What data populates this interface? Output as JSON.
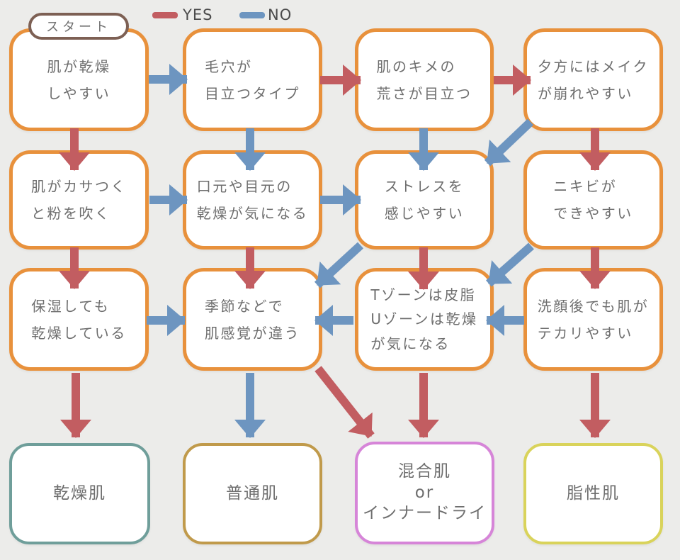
{
  "legend": {
    "yes": {
      "label": "YES"
    },
    "no": {
      "label": "NO"
    }
  },
  "start": {
    "label": "スタート"
  },
  "colors": {
    "background": "#ececea",
    "box-fill": "#ffffff",
    "question-border": "#e8913c",
    "start-border": "#7d6054",
    "dry-border": "#6f9e9a",
    "normal-border": "#c09a4b",
    "combo-border": "#d685d8",
    "oily-border": "#d9d35b",
    "yes-color": "#c25d61",
    "no-color": "#6d95c0",
    "text-color": "#6e6e6e",
    "legend-text": "#4b4b4b"
  },
  "nodes": {
    "q1": {
      "label": "肌が乾燥\nしやすい"
    },
    "q2": {
      "label": "毛穴が\n目立つタイプ"
    },
    "q3": {
      "label": "肌のキメの\n荒さが目立つ"
    },
    "q4": {
      "label": "夕方にはメイク\nが崩れやすい"
    },
    "q5": {
      "label": "肌がカサつく\nと粉を吹く"
    },
    "q6": {
      "label": "口元や目元の\n乾燥が気になる"
    },
    "q7": {
      "label": "ストレスを\n感じやすい"
    },
    "q8": {
      "label": "ニキビが\nできやすい"
    },
    "q9": {
      "label": "保湿しても\n乾燥している"
    },
    "q10": {
      "label": "季節などで\n肌感覚が違う"
    },
    "q11": {
      "label": "Tゾーンは皮脂\nUゾーンは乾燥\nが気になる"
    },
    "q12": {
      "label": "洗顔後でも肌が\nテカリやすい"
    },
    "r1": {
      "label": "乾燥肌"
    },
    "r2": {
      "label": "普通肌"
    },
    "r3": {
      "label": "混合肌\nor\nインナードライ"
    },
    "r4": {
      "label": "脂性肌"
    }
  },
  "edges": [
    {
      "from": "q1",
      "to": "q2",
      "answer": "NO"
    },
    {
      "from": "q2",
      "to": "q3",
      "answer": "YES"
    },
    {
      "from": "q3",
      "to": "q4",
      "answer": "YES"
    },
    {
      "from": "q1",
      "to": "q5",
      "answer": "YES"
    },
    {
      "from": "q2",
      "to": "q6",
      "answer": "NO"
    },
    {
      "from": "q3",
      "to": "q7",
      "answer": "NO"
    },
    {
      "from": "q4",
      "to": "q7",
      "answer": "NO"
    },
    {
      "from": "q4",
      "to": "q8",
      "answer": "YES"
    },
    {
      "from": "q5",
      "to": "q6",
      "answer": "NO"
    },
    {
      "from": "q6",
      "to": "q7",
      "answer": "NO"
    },
    {
      "from": "q5",
      "to": "q9",
      "answer": "YES"
    },
    {
      "from": "q6",
      "to": "q10",
      "answer": "YES"
    },
    {
      "from": "q7",
      "to": "q10",
      "answer": "NO"
    },
    {
      "from": "q7",
      "to": "q11",
      "answer": "YES"
    },
    {
      "from": "q8",
      "to": "q11",
      "answer": "NO"
    },
    {
      "from": "q8",
      "to": "q12",
      "answer": "YES"
    },
    {
      "from": "q9",
      "to": "q10",
      "answer": "NO"
    },
    {
      "from": "q11",
      "to": "q10",
      "answer": "NO"
    },
    {
      "from": "q12",
      "to": "q11",
      "answer": "NO"
    },
    {
      "from": "q9",
      "to": "r1",
      "answer": "YES"
    },
    {
      "from": "q10",
      "to": "r2",
      "answer": "NO"
    },
    {
      "from": "q10",
      "to": "r3",
      "answer": "YES"
    },
    {
      "from": "q11",
      "to": "r3",
      "answer": "YES"
    },
    {
      "from": "q12",
      "to": "r4",
      "answer": "YES"
    }
  ]
}
